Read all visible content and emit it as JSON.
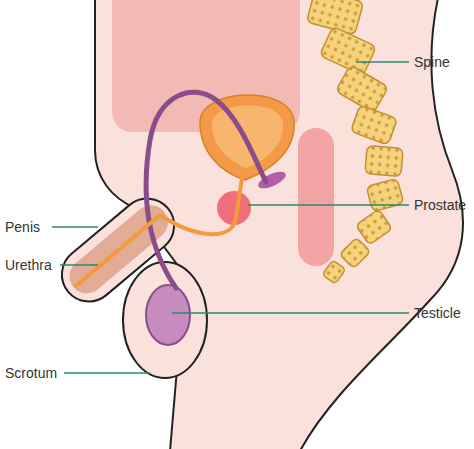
{
  "diagram": {
    "labels": [
      "Spine",
      "Prostate",
      "Penis",
      "Urethra",
      "Testicle",
      "Scrotum"
    ]
  }
}
